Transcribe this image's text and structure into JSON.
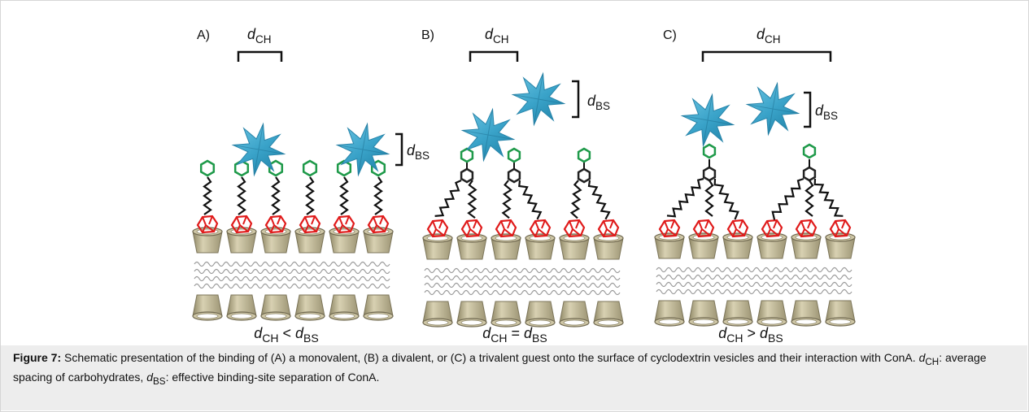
{
  "panels": [
    {
      "letter": "A)",
      "top_label": "d",
      "top_label_sub": "CH",
      "site_label": "d",
      "site_label_sub": "BS",
      "relation": {
        "left": "d",
        "left_sub": "CH",
        "op": " < ",
        "right": "d",
        "right_sub": "BS"
      }
    },
    {
      "letter": "B)",
      "top_label": "d",
      "top_label_sub": "CH",
      "site_label": "d",
      "site_label_sub": "BS",
      "relation": {
        "left": "d",
        "left_sub": "CH",
        "op": " = ",
        "right": "d",
        "right_sub": "BS"
      }
    },
    {
      "letter": "C)",
      "top_label": "d",
      "top_label_sub": "CH",
      "site_label": "d",
      "site_label_sub": "BS",
      "relation": {
        "left": "d",
        "left_sub": "CH",
        "op": " > ",
        "right": "d",
        "right_sub": "BS"
      }
    }
  ],
  "caption": {
    "label": "Figure 7:",
    "text1": " Schematic presentation of the binding of (A) a monovalent, (B) a divalent, or (C) a trivalent guest onto the surface of cyclodextrin vesicles and their interaction with ConA. ",
    "d1": "d",
    "d1_sub": "CH",
    "text2": ": average spacing of carbohydrates, ",
    "d2": "d",
    "d2_sub": "BS",
    "text3": ": effective binding-site separation of ConA."
  },
  "colors": {
    "protein": "#3aa3c9",
    "sugar": "#1f9a4a",
    "adamantane": "#e01b1b",
    "cyclodextrin": "#b9b08f",
    "linker": "#111111"
  },
  "icons": [
    "cona-protein-icon",
    "carbohydrate-hexagon-icon",
    "adamantane-icon",
    "cyclodextrin-cup-icon"
  ]
}
